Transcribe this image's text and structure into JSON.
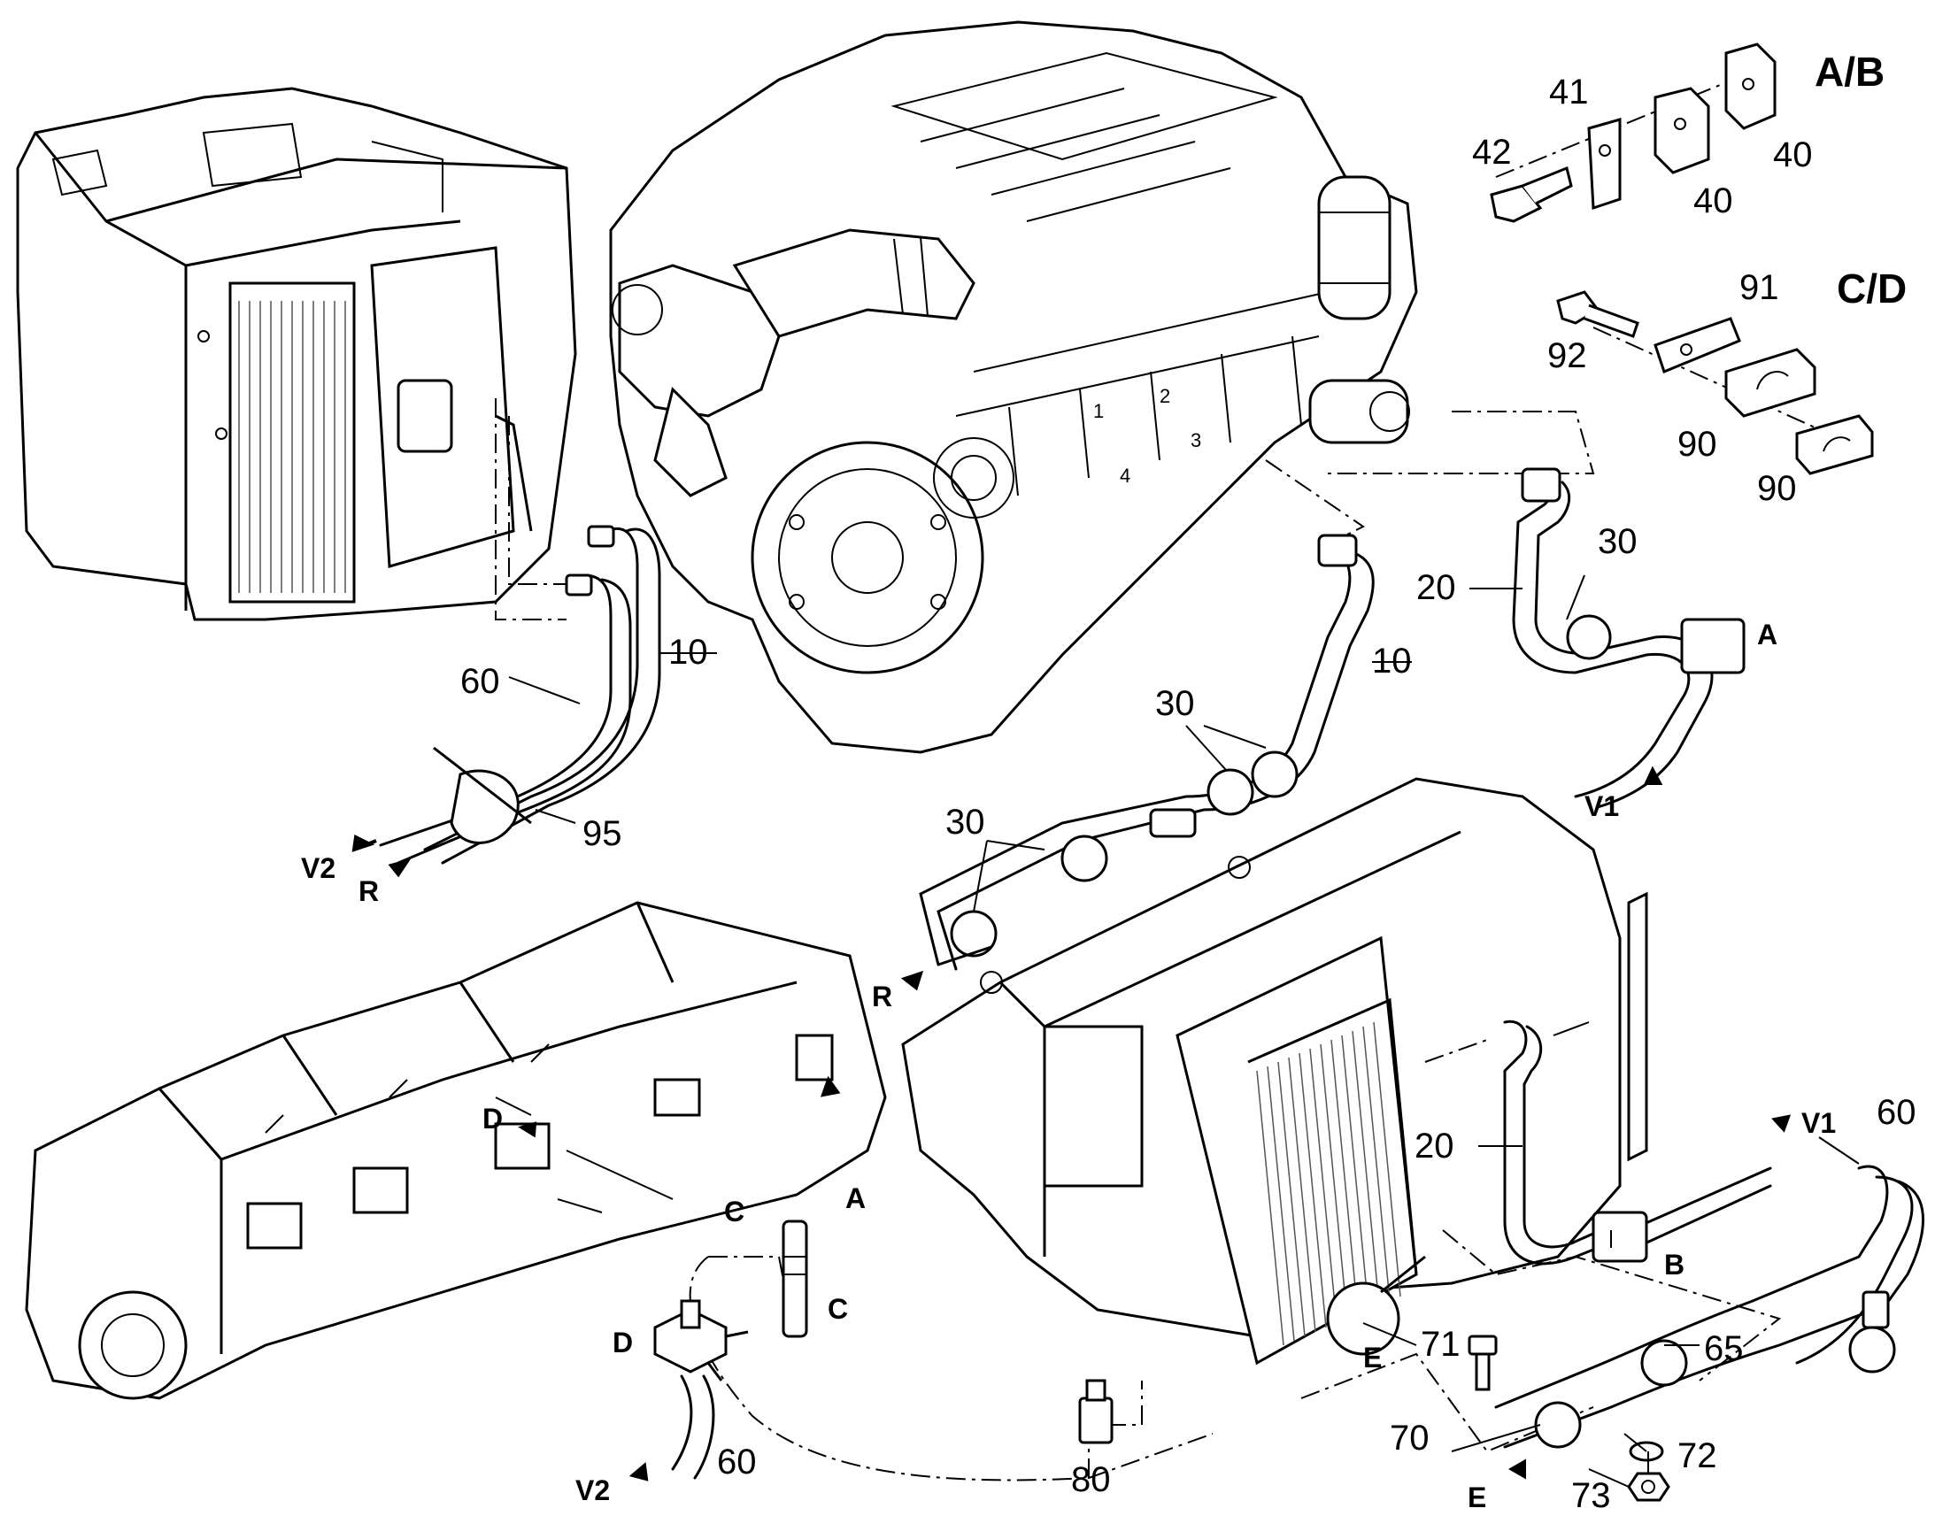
{
  "diagram": {
    "section_labels": {
      "ab": "A/B",
      "cd": "C/D"
    },
    "callouts": {
      "c10_left": "10",
      "c60_left": "60",
      "c95": "95",
      "c10_mid": "10",
      "c30_mid_upper": "30",
      "c30_mid_lower": "30",
      "c20_right_upper": "20",
      "c30_right_upper": "30",
      "c20_right_lower": "20",
      "c60_right_lower": "60",
      "c65": "65",
      "c71": "71",
      "c70": "70",
      "c72": "72",
      "c73": "73",
      "c80": "80",
      "c60_bottom": "60",
      "c41": "41",
      "c42": "42",
      "c40_top": "40",
      "c40_bottom": "40",
      "c91": "91",
      "c92": "92",
      "c90_left": "90",
      "c90_right": "90"
    },
    "markers": {
      "v2_left": "V2",
      "r_left": "R",
      "r_mid": "R",
      "v1_upper": "V1",
      "a_upper": "A",
      "v1_lower": "V1",
      "b": "B",
      "e_radiator": "E",
      "e_bottom": "E",
      "d_frame": "D",
      "c_frame": "C",
      "a_frame": "A",
      "c_bracket": "C",
      "d_bracket": "D",
      "v2_bottom": "V2"
    }
  }
}
